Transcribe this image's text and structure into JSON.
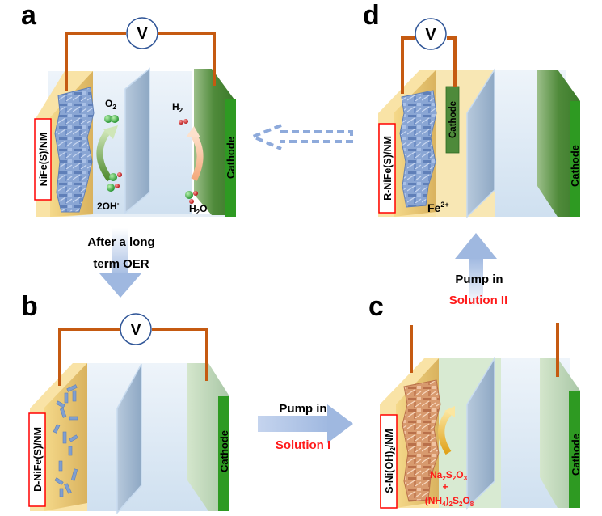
{
  "figure": {
    "panels": [
      {
        "id": "a",
        "label": "a",
        "voltmeter": "V",
        "anode_label": "NiFe(S)/NM",
        "cathode_label": "Cathode",
        "species": {
          "o2": {
            "base": "O",
            "sub": "2"
          },
          "oh": {
            "text": "2OH",
            "sup": "-"
          },
          "h2": {
            "base": "H",
            "sub": "2"
          },
          "h2o": {
            "pre": "H",
            "sub": "2",
            "post": "O"
          }
        }
      },
      {
        "id": "b",
        "label": "b",
        "voltmeter": "V",
        "anode_label": "D-NiFe(S)/NM",
        "cathode_label": "Cathode"
      },
      {
        "id": "c",
        "label": "c",
        "anode_label": {
          "pre": "S-Ni(OH)",
          "sub": "2",
          "post": "/NM"
        },
        "cathode_label": "Cathode",
        "solution_formula": {
          "line1": {
            "a": "Na",
            "a_sub": "2",
            "b": "S",
            "b_sub": "2",
            "c": "O",
            "c_sub": "3"
          },
          "plus": "+",
          "line2": {
            "a": "(NH",
            "a_sub": "4",
            "b": ")",
            "b_sub": "2",
            "c": "S",
            "c_sub": "2",
            "d": "O",
            "d_sub": "8"
          }
        }
      },
      {
        "id": "d",
        "label": "d",
        "voltmeter": "V",
        "anode_label": "R-NiFe(S)/NM",
        "inner_cathode_label": "Cathode",
        "cathode_label": "Cathode",
        "ion": {
          "base": "Fe",
          "sup": "2+"
        }
      }
    ],
    "transitions": {
      "a_to_b": {
        "line1": "After a long",
        "line2": "term OER"
      },
      "b_to_c": {
        "action": "Pump in",
        "solution": "Solution I"
      },
      "c_to_d": {
        "action": "Pump in",
        "solution": "Solution II"
      },
      "d_to_a": {
        "style": "dashed"
      }
    },
    "colors": {
      "wire": "#c55a11",
      "anode_plate": "#f2c75a",
      "cathode_plate": "#3a8f2a",
      "electrolyte": "#dceaf6",
      "membrane": "#9fb6cf",
      "arrow": "#a9bfe3",
      "label_box": "#ff0000",
      "red_text": "#ff1a1a",
      "nanosheet_blue": "#7f9fd0",
      "nanosheet_copper": "#d8956a"
    }
  }
}
